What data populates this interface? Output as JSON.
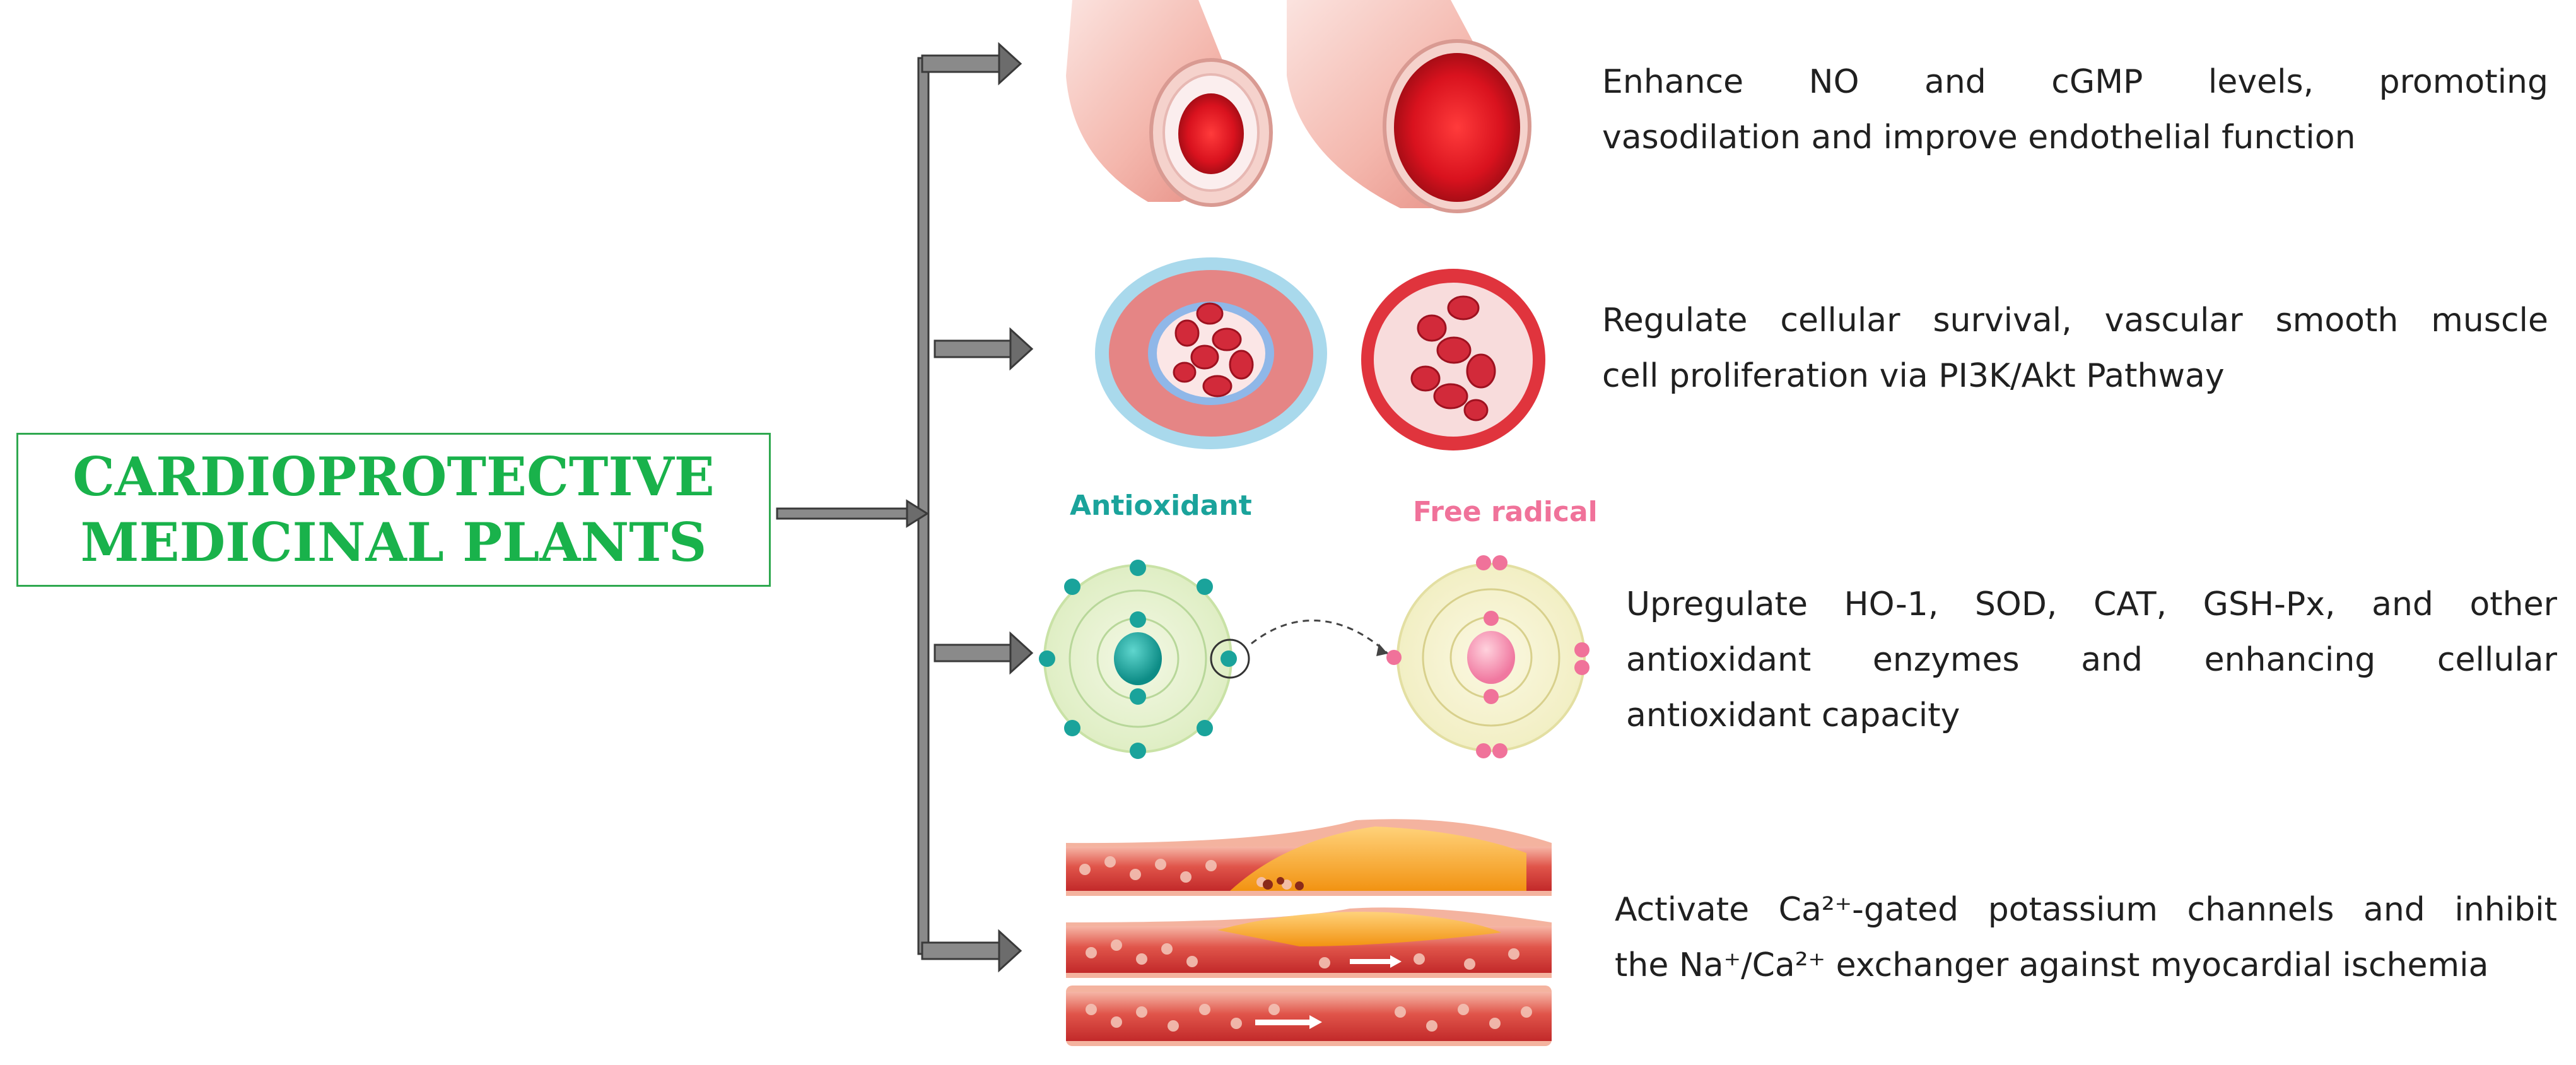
{
  "title": {
    "line1": "CARDIOPROTECTIVE",
    "line2": "MEDICINAL PLANTS"
  },
  "mechanisms": [
    {
      "line1": "Enhance  NO  and  cGMP  levels,  promoting",
      "line2": "vasodilation and improve endothelial function"
    },
    {
      "line1": "Regulate cellular survival, vascular smooth muscle",
      "line2": "cell proliferation via PI3K/Akt Pathway"
    },
    {
      "line1": "Upregulate HO-1, SOD, CAT, GSH-Px, and other",
      "line2": "antioxidant   enzymes   and   enhancing   cellular",
      "line3": "antioxidant capacity"
    },
    {
      "line1": "Activate Ca²⁺-gated potassium channels and inhibit",
      "line2": "the Na⁺/Ca²⁺ exchanger against myocardial ischemia"
    }
  ],
  "labels": {
    "antioxidant": "Antioxidant",
    "free_radical": "Free radical"
  },
  "colors": {
    "title_text": "#19b24b",
    "title_border": "#2fa84f",
    "connector": "#7a7a7a",
    "antioxidant": "#1aa39b",
    "free_radical": "#f0729a",
    "blood": "#d81e28",
    "plaque": "#f5a623"
  }
}
